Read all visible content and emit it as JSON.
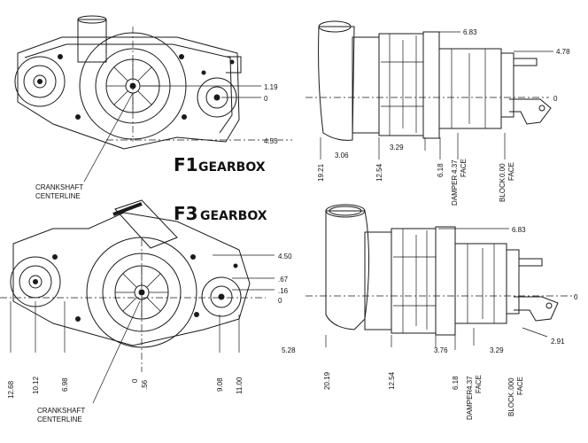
{
  "titles": {
    "f1_big": "F1",
    "f1_small": "GEARBOX",
    "f3_big": "F3",
    "f3_small": "GEARBOX"
  },
  "f1_front": {
    "dims": [
      "1.19",
      "0",
      "4.55"
    ],
    "crank_label_1": "CRANKSHAFT",
    "crank_label_2": "CENTERLINE"
  },
  "f1_side": {
    "dims_top": [
      "6.83",
      "4.78",
      "0"
    ],
    "dims_bottom": [
      "19.21",
      "3.06",
      "12.54",
      "3.29",
      "6.18"
    ],
    "damper_1": "DAMPER",
    "damper_val": "4.37",
    "damper_2": "FACE",
    "block_1": "BLOCK",
    "block_val": "0.00",
    "block_2": "FACE"
  },
  "f3_front": {
    "dims_right": [
      "4.50",
      ".67",
      ".16",
      "0"
    ],
    "dims_bottom": [
      "12.68",
      "10.12",
      "6.98",
      "0",
      ".56",
      "9.08",
      "11.00"
    ],
    "crank_label_1": "CRANKSHAFT",
    "crank_label_2": "CENTERLINE"
  },
  "f3_side": {
    "dims_top": [
      "6.83",
      "0"
    ],
    "dims_bottom": [
      "5.28",
      "20.19",
      "12.54",
      "3.76",
      "6.18",
      "3.29",
      "2.91"
    ],
    "damper_1": "DAMPER",
    "damper_val": "4.37",
    "damper_2": "FACE",
    "block_1": "BLOCK",
    "block_val": ".000",
    "block_2": "FACE"
  },
  "colors": {
    "line": "#1a1a1a",
    "background": "#ffffff"
  }
}
